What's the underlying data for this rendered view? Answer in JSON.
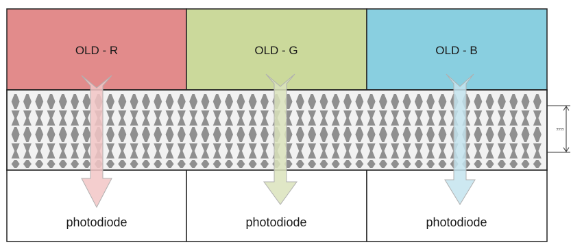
{
  "oleds": [
    {
      "label": "OLD - R",
      "color": "#e28b8b",
      "arrow_color": "#f2c6c6"
    },
    {
      "label": "OLD - G",
      "color": "#cbd99b",
      "arrow_color": "#dbe3bc"
    },
    {
      "label": "OLD - B",
      "color": "#89cfe0",
      "arrow_color": "#c4e4ee"
    }
  ],
  "photodiodes": [
    {
      "label": "photodiode"
    },
    {
      "label": "photodiode"
    },
    {
      "label": "photodiode"
    }
  ],
  "fiber_layer": {
    "color": "#8f8f8f",
    "background": "#f2f2f2"
  },
  "dimension": {
    "label": "????"
  }
}
